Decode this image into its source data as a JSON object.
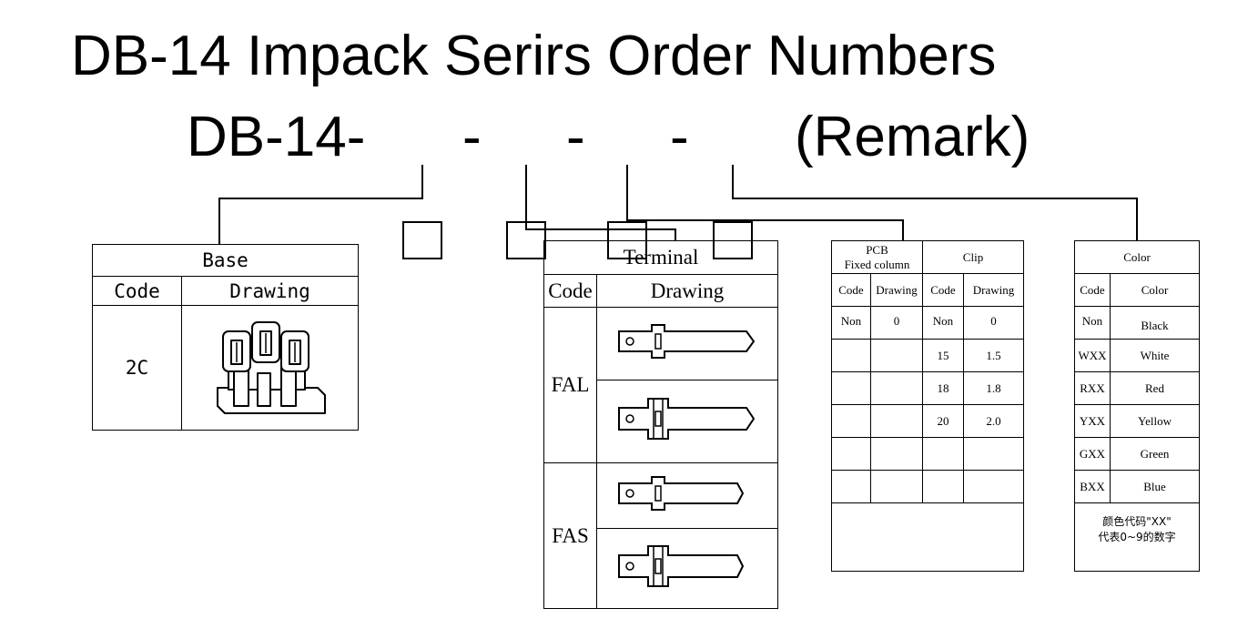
{
  "title": "DB-14 Impack Serirs Order Numbers",
  "order_code": {
    "prefix": "DB-14-",
    "sep1": "-",
    "sep2": "-",
    "sep3": "-",
    "remark": "(Remark)"
  },
  "base": {
    "title": "Base",
    "headers": [
      "Code",
      "Drawing"
    ],
    "rows": [
      {
        "code": "2C"
      }
    ]
  },
  "terminal": {
    "title": "Terminal",
    "headers": [
      "Code",
      "Drawing"
    ],
    "groups": [
      {
        "code": "FAL"
      },
      {
        "code": "FAS"
      }
    ]
  },
  "pcb": {
    "title_line1": "PCB",
    "title_line2": "Fixed column",
    "clip_title": "Clip",
    "headers": [
      "Code",
      "Drawing",
      "Code",
      "Drawing"
    ],
    "rows": [
      [
        "Non",
        "0",
        "Non",
        "0"
      ],
      [
        "",
        "",
        "15",
        "1.5"
      ],
      [
        "",
        "",
        "18",
        "1.8"
      ],
      [
        "",
        "",
        "20",
        "2.0"
      ],
      [
        "",
        "",
        "",
        ""
      ],
      [
        "",
        "",
        "",
        ""
      ]
    ]
  },
  "color": {
    "title": "Color",
    "headers": [
      "Code",
      "Color"
    ],
    "rows": [
      [
        "Non",
        "Black"
      ],
      [
        "WXX",
        "White"
      ],
      [
        "RXX",
        "Red"
      ],
      [
        "YXX",
        "Yellow"
      ],
      [
        "GXX",
        "Green"
      ],
      [
        "BXX",
        "Blue"
      ]
    ],
    "note_line1": "颜色代码\"XX\"",
    "note_line2": "代表0~9的数字"
  }
}
